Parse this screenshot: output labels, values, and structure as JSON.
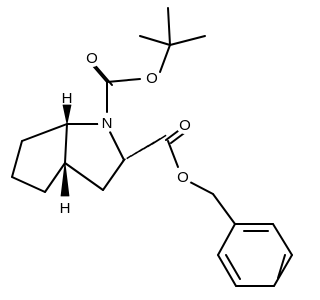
{
  "molecule": {
    "atoms": {
      "N1": {
        "symbol": "N"
      },
      "O_boc_carbonyl": {
        "symbol": "O"
      },
      "O_boc_ester": {
        "symbol": "O"
      },
      "O_cbz_carbonyl": {
        "symbol": "O"
      },
      "O_cbz_ester": {
        "symbol": "O"
      },
      "H_top": {
        "symbol": "H"
      },
      "H_bottom": {
        "symbol": "H"
      }
    }
  }
}
